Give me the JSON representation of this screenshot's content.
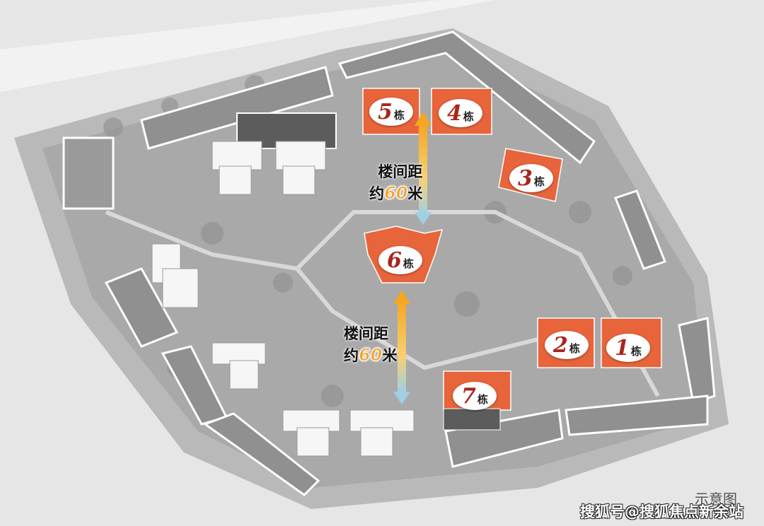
{
  "buildings": [
    {
      "number": "5",
      "unit": "栋"
    },
    {
      "number": "4",
      "unit": "栋"
    },
    {
      "number": "3",
      "unit": "栋"
    },
    {
      "number": "6",
      "unit": "栋"
    },
    {
      "number": "2",
      "unit": "栋"
    },
    {
      "number": "1",
      "unit": "栋"
    },
    {
      "number": "7",
      "unit": "栋"
    }
  ],
  "distances": [
    {
      "line1": "楼间距",
      "prefix": "约",
      "value": "60",
      "unit": "米"
    },
    {
      "line1": "楼间距",
      "prefix": "约",
      "value": "60",
      "unit": "米"
    }
  ],
  "caption": "示意图",
  "watermark": "搜狐号@搜狐焦点新余站",
  "colors": {
    "building": "#e8643a",
    "label_number": "#a8261c",
    "distance_value": "#f3a326",
    "arrow": "#f5b83a",
    "arrow_end": "#8fc8e0"
  }
}
